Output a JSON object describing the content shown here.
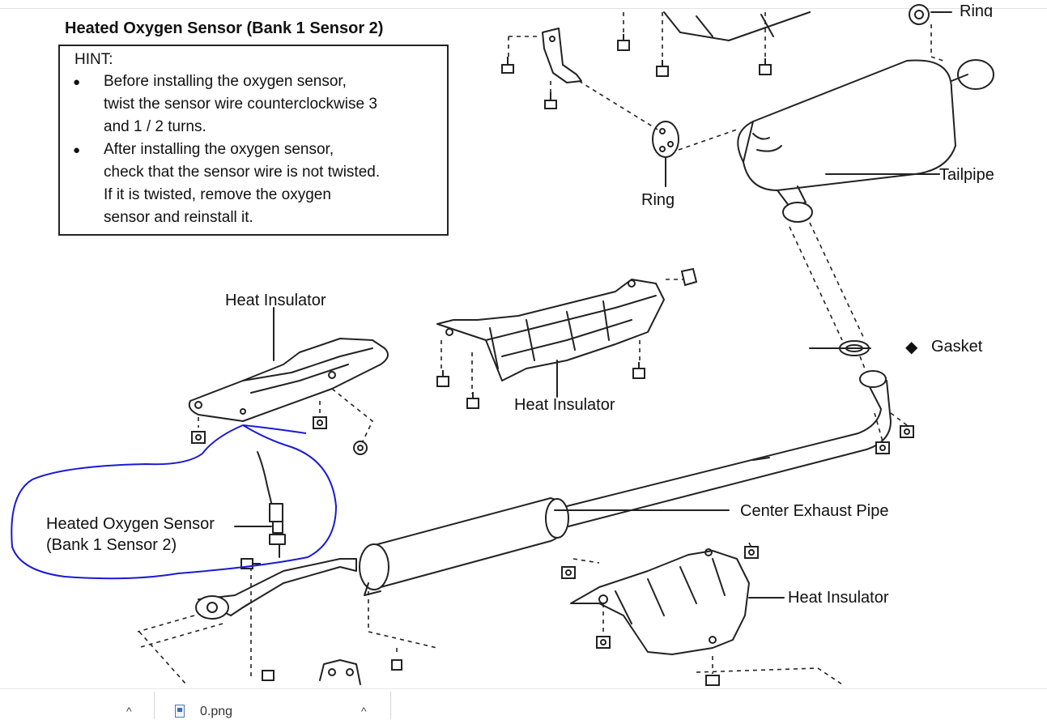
{
  "title": "Heated Oxygen Sensor (Bank 1 Sensor 2)",
  "hint": {
    "title": "HINT:",
    "bullet_glyph": "●",
    "bullets": [
      [
        "Before installing the oxygen sensor,",
        "twist the sensor wire counterclockwise 3",
        "and 1 / 2 turns."
      ],
      [
        "After installing the oxygen sensor,",
        "check that the sensor wire is not twisted.",
        "If it is twisted, remove the oxygen",
        "sensor and reinstall it."
      ]
    ]
  },
  "labels": {
    "ring_top": "Ring",
    "ring": "Ring",
    "tailpipe": "Tailpipe",
    "heat_insulator_left": "Heat Insulator",
    "heat_insulator_middle": "Heat Insulator",
    "gasket": "Gasket",
    "center_exhaust_pipe": "Center Exhaust Pipe",
    "heat_insulator_right": "Heat Insulator",
    "oxygen_sensor_line1": "Heated Oxygen Sensor",
    "oxygen_sensor_line2": "(Bank 1 Sensor 2)"
  },
  "gasket_marker": "◆",
  "annotation_color": "#1a1ad6",
  "taskbar": {
    "caret_glyph": "^",
    "file_name": "0.png"
  }
}
